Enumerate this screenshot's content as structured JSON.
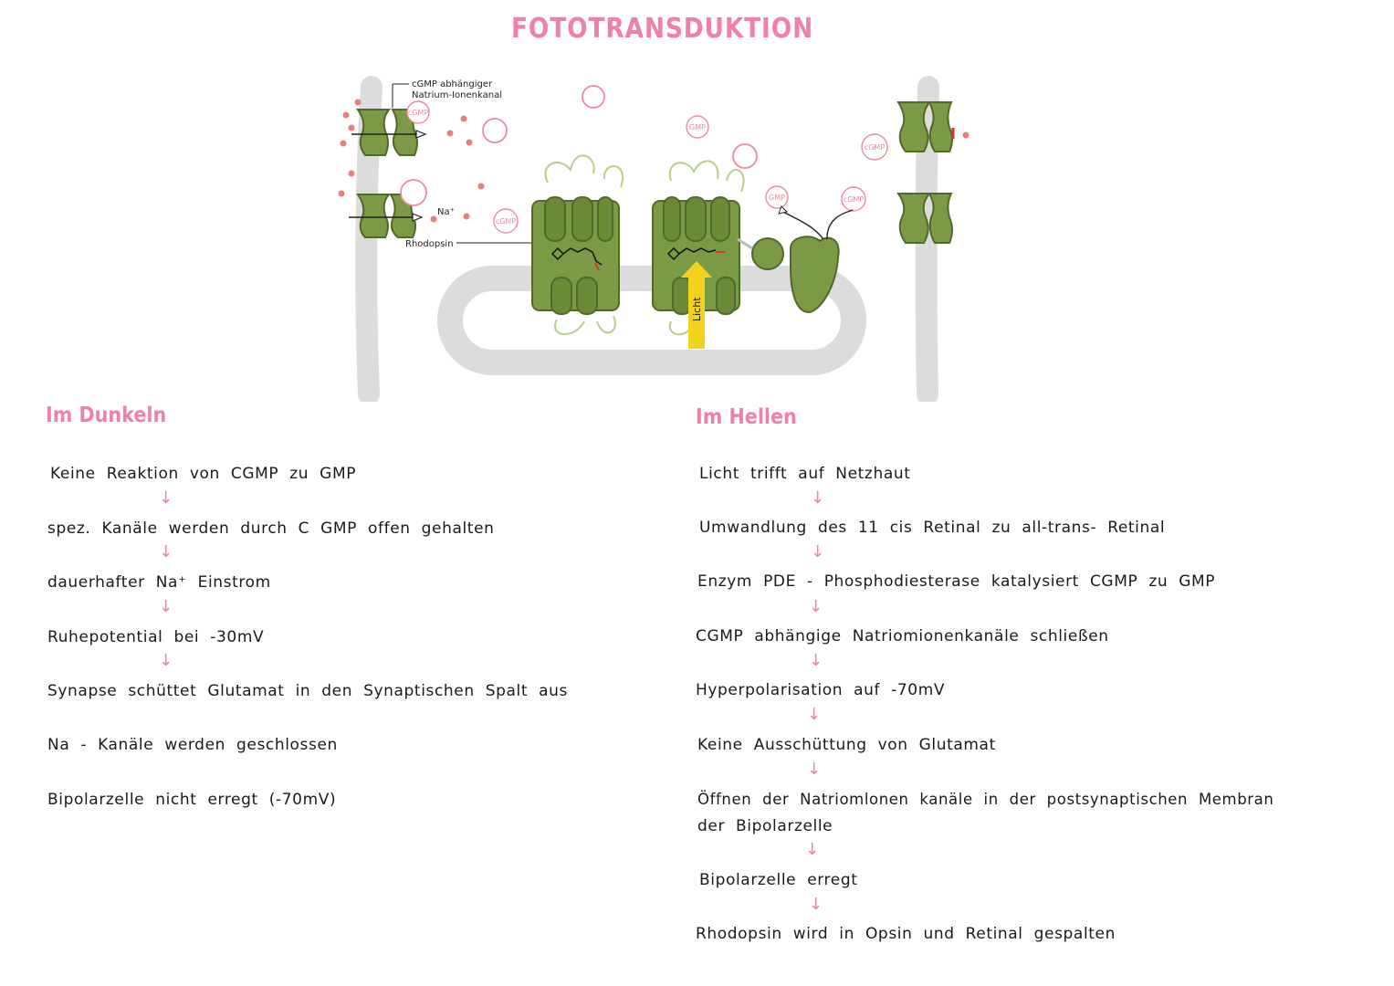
{
  "title": "FOTOTRANSDUKTION",
  "colors": {
    "accent": "#f080a8",
    "protein": "#7a9a45",
    "protein_light": "#9cba66",
    "membrane": "#dcdcdc",
    "molecule": "#e07a7a",
    "light_arrow": "#f3d21e"
  },
  "diagram_labels": {
    "channel_line1": "cGMP abhängiger",
    "channel_line2": "Natrium-Ionenkanal",
    "rhodopsin": "Rhodopsin",
    "na": "Na⁺",
    "cgmp": "cGMP",
    "gmp": "GMP",
    "licht": "Licht"
  },
  "dark": {
    "heading": "Im Dunkeln",
    "steps": [
      "Keine Reaktion von CGMP zu GMP",
      "spez. Kanäle werden durch C GMP offen gehalten",
      "dauerhafter Na⁺ Einstrom",
      "Ruhepotential bei -30mV",
      "Synapse schüttet Glutamat in den Synaptischen Spalt aus",
      "Na - Kanäle werden geschlossen",
      "Bipolarzelle nicht erregt (-70mV)"
    ]
  },
  "light": {
    "heading": "Im Hellen",
    "steps": [
      "Licht trifft auf Netzhaut",
      "Umwandlung des 11 cis Retinal zu all-trans- Retinal",
      "Enzym PDE - Phosphodiesterase katalysiert CGMP zu GMP",
      "CGMP abhängige Natriomionenkanäle schließen",
      "Hyperpolarisation auf -70mV",
      "Keine Ausschüttung von Glutamat",
      "Öffnen der Natriomlonen kanäle in der postsynaptischen Membran",
      "der Bipolarzelle",
      "Bipolarzelle erregt",
      "Rhodopsin wird in Opsin und Retinal gespalten"
    ]
  }
}
